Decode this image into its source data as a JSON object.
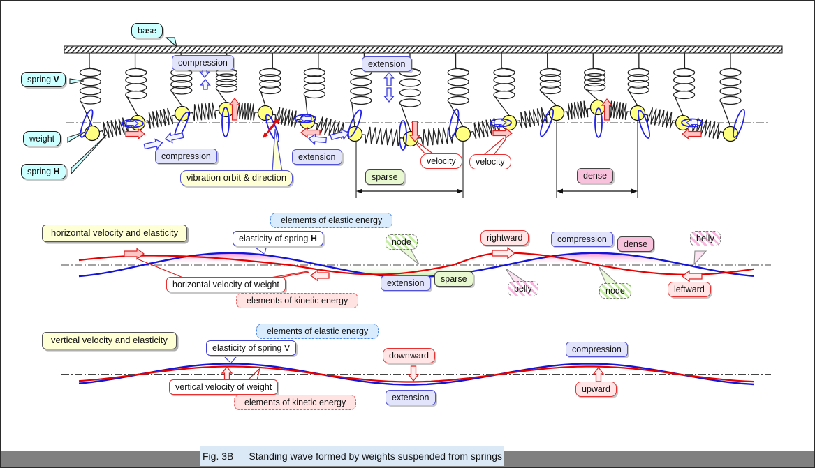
{
  "figure": {
    "caption_prefix": "Fig. 3B",
    "caption_text": "Standing wave formed by weights suspended from springs"
  },
  "top": {
    "base": "base",
    "spring_v_prefix": "spring ",
    "spring_v_bold": "V",
    "weight": "weight",
    "spring_h_prefix": "spring ",
    "spring_h_bold": "H",
    "compression_vertical": "compression",
    "extension_vertical": "extension",
    "compression_horizontal": "compression",
    "extension_horizontal": "extension",
    "vibration": "vibration orbit & direction",
    "velocity_1": "velocity",
    "velocity_2": "velocity",
    "sparse": "sparse",
    "dense": "dense"
  },
  "middle": {
    "header": "horizontal velocity and elasticity",
    "elastic_energy": "elements of elastic energy",
    "elasticity_prefix": "elasticity of spring ",
    "elasticity_bold": "H",
    "node_1": "node",
    "node_2": "node",
    "belly_1": "belly",
    "belly_2": "belly",
    "rightward": "rightward",
    "leftward": "leftward",
    "compression": "compression",
    "dense": "dense",
    "extension": "extension",
    "sparse": "sparse",
    "velocity_of_weight": "horizontal velocity of weight",
    "kinetic_energy": "elements of kinetic energy"
  },
  "bottom": {
    "header": "vertical velocity and elasticity",
    "elastic_energy": "elements of elastic energy",
    "elasticity": "elasticity of spring V",
    "downward": "downward",
    "upward": "upward",
    "compression": "compression",
    "extension": "extension",
    "velocity_of_weight": "vertical velocity of weight",
    "kinetic_energy": "elements of kinetic energy"
  },
  "colors": {
    "cyan_label_bg": "#ccffff",
    "lavender_label_bg": "#e2e4fc",
    "blue_border": "#5050d8",
    "red_accent": "#e82020",
    "red_wave": "#e80000",
    "blue_wave": "#1515d8",
    "yellow_label_bg": "#ffffd6",
    "green_label_bg": "#e8f8d0",
    "pink_label_bg": "#f9c2dc",
    "elastic_energy_bg": "#d9ecfd",
    "kinetic_energy_bg": "#ffe3e3",
    "weight_fill": "#ffff80",
    "caption_bg": "#dbe8f6",
    "footer_bar": "#808080"
  }
}
